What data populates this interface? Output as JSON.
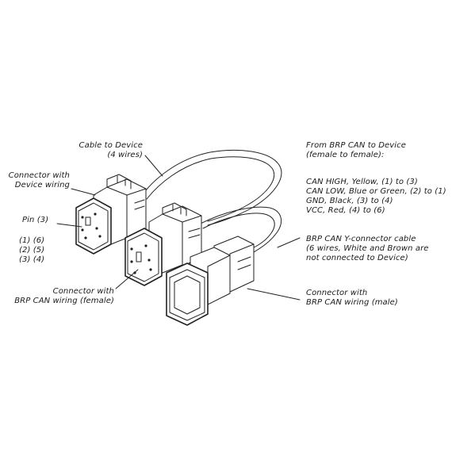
{
  "labels": {
    "cable_to_device": [
      "Cable to Device",
      "(4 wires)"
    ],
    "connector_device_wiring": [
      "Connector with",
      "Device wiring"
    ],
    "pin_title": "Pin (3)",
    "pin_pairs": [
      "(1)  (6)",
      "(2)  (5)",
      "(3)  (4)"
    ],
    "connector_brp_female": [
      "Connector with",
      "BRP CAN wiring (female)"
    ],
    "from_brp": [
      "From BRP CAN to Device",
      "(female to female):"
    ],
    "wire_map": [
      "CAN HIGH, Yellow, (1) to (3)",
      "CAN LOW, Blue or Green, (2) to (1)",
      "GND, Black, (3) to (4)",
      "VCC, Red, (4) to (6)"
    ],
    "y_cable": [
      "BRP CAN Y-connector cable",
      "(6 wires, White and Brown are",
      "not connected to Device)"
    ],
    "connector_brp_male": [
      "Connector with",
      "BRP CAN wiring (male)"
    ]
  },
  "colors": {
    "ink": "#1a1a1a",
    "line": "#222222",
    "paper": "#ffffff"
  }
}
